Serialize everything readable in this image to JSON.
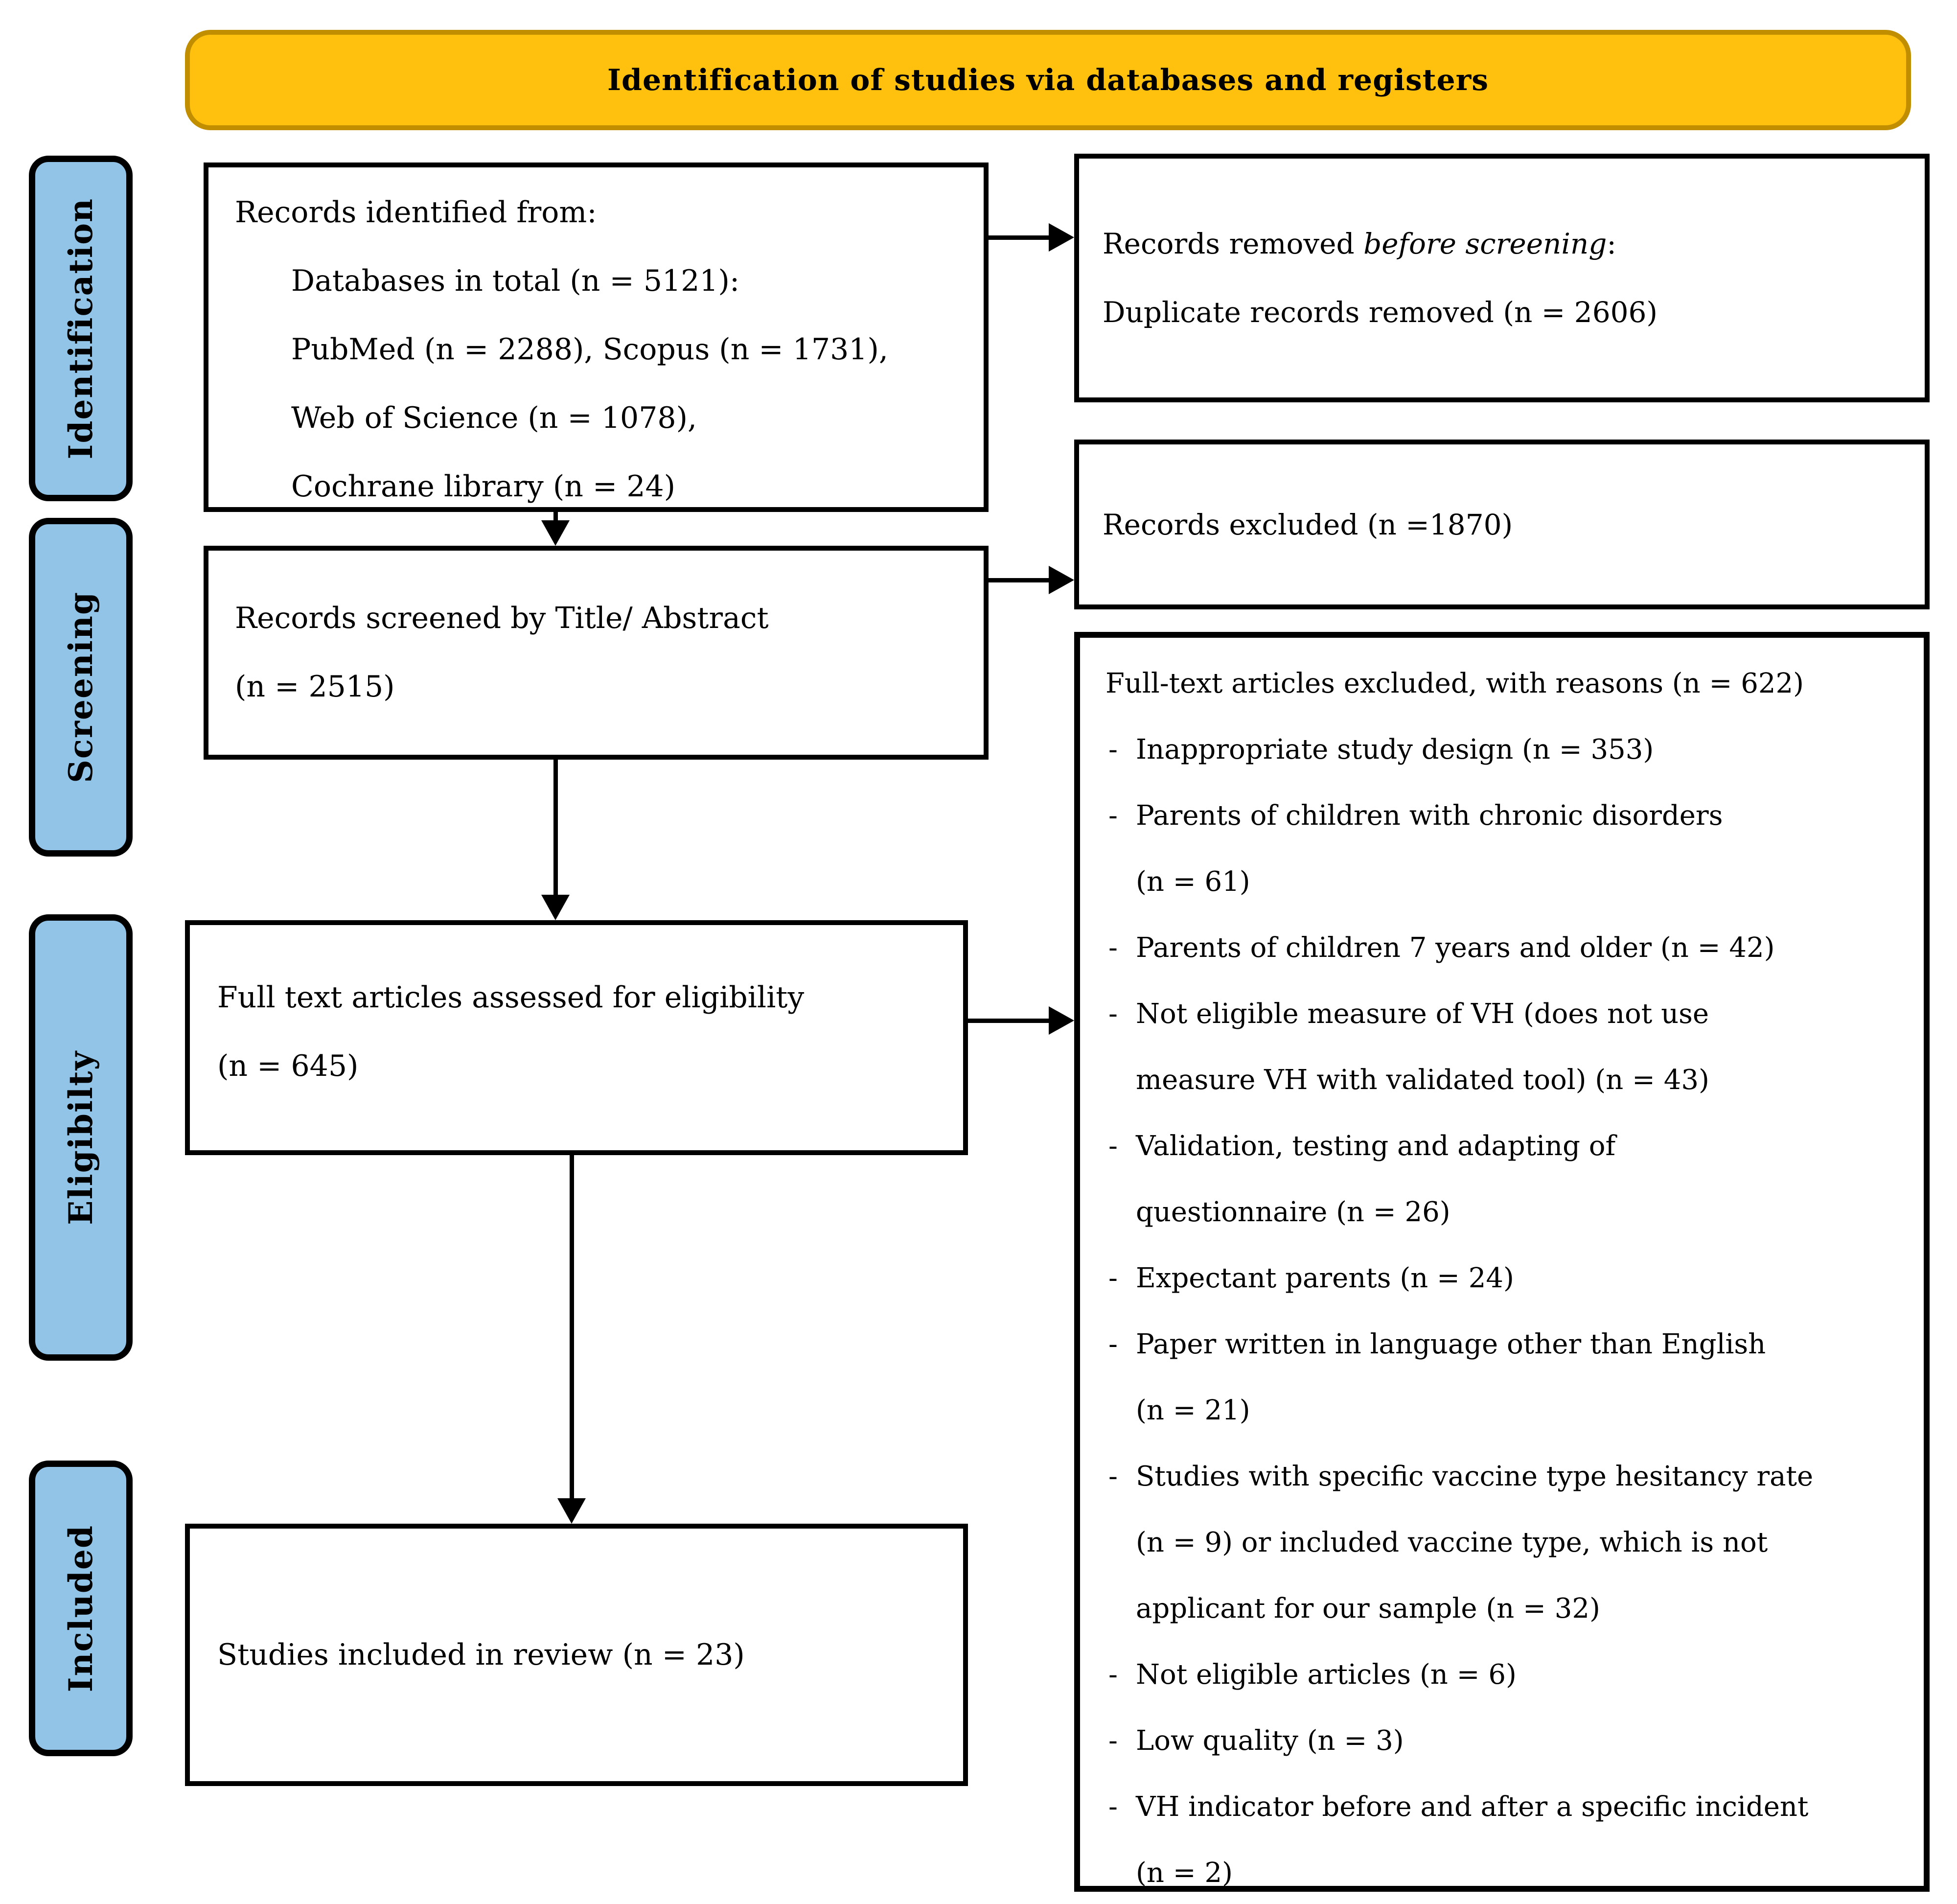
{
  "banner": {
    "title": "Identification of studies via databases and registers"
  },
  "colors": {
    "banner_fill": "#FFC10D",
    "banner_border": "#C18E00",
    "sidebar_fill": "#92C4E8",
    "line_color": "#000000",
    "text_color": "#000000"
  },
  "sidebar": {
    "stages": [
      {
        "label": "Identification"
      },
      {
        "label": "Screening"
      },
      {
        "label": "Eligibilty"
      },
      {
        "label": "Included"
      }
    ]
  },
  "boxes": {
    "records_identified": {
      "lines": [
        "Records identified from:",
        "Databases in total (n = 5121):",
        "PubMed (n = 2288), Scopus (n = 1731),",
        "Web of Science (n = 1078),",
        "Cochrane library (n = 24)"
      ]
    },
    "removed_before_screening": {
      "line1_prefix": "Records removed ",
      "line1_italic": "before screening",
      "line1_suffix": ":",
      "line2": "Duplicate records removed (n = 2606)"
    },
    "records_screened": {
      "lines": [
        "Records screened by Title/ Abstract",
        "(n = 2515)"
      ]
    },
    "records_excluded": {
      "text": "Records excluded (n =1870)"
    },
    "fulltext_assessed": {
      "lines": [
        "Full text articles assessed for eligibility",
        "(n = 645)"
      ]
    },
    "fulltext_excluded": {
      "header": "Full-text articles excluded, with reasons (n = 622)",
      "reasons": [
        {
          "lines": [
            "Inappropriate study design (n = 353)"
          ]
        },
        {
          "lines": [
            "Parents of children with chronic disorders",
            "(n = 61)"
          ]
        },
        {
          "lines": [
            "Parents of children 7 years and older (n = 42)"
          ]
        },
        {
          "lines": [
            "Not eligible measure of VH (does not use",
            "measure VH with validated tool) (n = 43)"
          ]
        },
        {
          "lines": [
            "Validation, testing and adapting of",
            "questionnaire (n = 26)"
          ]
        },
        {
          "lines": [
            "Expectant parents (n = 24)"
          ]
        },
        {
          "lines": [
            "Paper written in language other than English",
            "(n = 21)"
          ]
        },
        {
          "lines": [
            "Studies with specific vaccine type hesitancy rate",
            "(n = 9) or included vaccine type, which is not",
            "applicant for our sample (n = 32)"
          ]
        },
        {
          "lines": [
            "Not eligible articles (n = 6)"
          ]
        },
        {
          "lines": [
            "Low quality (n = 3)"
          ]
        },
        {
          "lines": [
            "VH indicator before and after a specific incident",
            "(n = 2)"
          ]
        }
      ]
    },
    "studies_included": {
      "text": "Studies included in review (n = 23)"
    }
  }
}
